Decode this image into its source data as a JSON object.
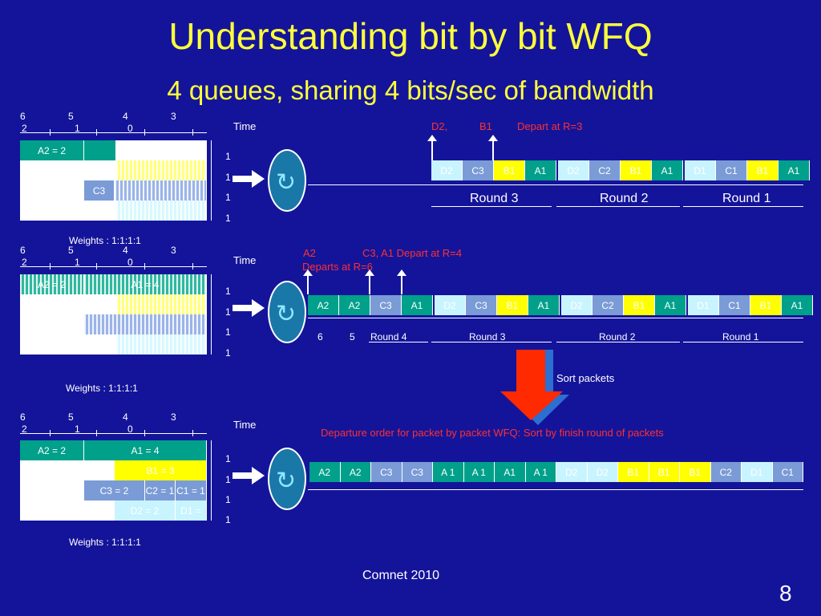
{
  "slide": {
    "title": "Understanding bit by bit WFQ",
    "subtitle": "4 queues, sharing 4 bits/sec of bandwidth",
    "footer": "Comnet 2010",
    "page_number": "8"
  },
  "axis": {
    "top_labels": [
      "6",
      "5",
      "4",
      "3"
    ],
    "bottom_labels": [
      "2",
      "1",
      "0"
    ],
    "time_label": "Time",
    "side_labels": [
      "1",
      "1",
      "1",
      "1"
    ],
    "weights": "Weights : 1:1:1:1"
  },
  "panel1": {
    "a2": "A2 = 2",
    "c3": "C3",
    "depart_labels": [
      "D2,",
      "B1",
      "Depart at R=3"
    ],
    "queue": [
      "D2",
      "C3",
      "B1",
      "A1",
      "D2",
      "C2",
      "B1",
      "A1",
      "D1",
      "C1",
      "B1",
      "A1"
    ],
    "rounds": [
      "Round 3",
      "Round 2",
      "Round 1"
    ]
  },
  "panel2": {
    "left_a2": "A2 = 2",
    "left_a1": "A1 = 4",
    "depart_a2": "A2",
    "depart_a2_sub": "Departs at R=6",
    "depart_c3": "C3,  A1 Depart at R=4",
    "queue": [
      "A2",
      "A2",
      "C3",
      "A1",
      "D2",
      "C3",
      "B1",
      "A1",
      "D2",
      "C2",
      "B1",
      "A1",
      "D1",
      "C1",
      "B1",
      "A1"
    ],
    "round_nums": [
      "6",
      "5"
    ],
    "rounds": [
      "Round 4",
      "Round 3",
      "Round 2",
      "Round 1"
    ],
    "sort_label": "Sort packets"
  },
  "panel3": {
    "a2": "A2 = 2",
    "a1": "A1 = 4",
    "b1": "B1 = 3",
    "c3": "C3 = 2",
    "c2": "C2 = 1",
    "c1": "C1 = 1",
    "d2": "D2 = 2",
    "d1": "D1 = ",
    "caption": "Departure order for packet by packet WFQ: Sort by finish round of packets",
    "queue": [
      "A2",
      "A2",
      "C3",
      "C3",
      "A 1",
      "A 1",
      "A1",
      "A 1",
      "D2",
      "D2",
      "B1",
      "B1",
      "B1",
      "C2",
      "D1",
      "C1"
    ]
  },
  "colors": {
    "background": "#14149a",
    "title": "#ffff3c",
    "queue_a": "#00a08a",
    "queue_b": "#ffff00",
    "queue_c": "#7a9bd6",
    "queue_d": "#c8f4ff",
    "arrow_red": "#ff2a00"
  },
  "icons": [
    "server-icon",
    "right-arrow-icon",
    "down-arrow-icon"
  ]
}
